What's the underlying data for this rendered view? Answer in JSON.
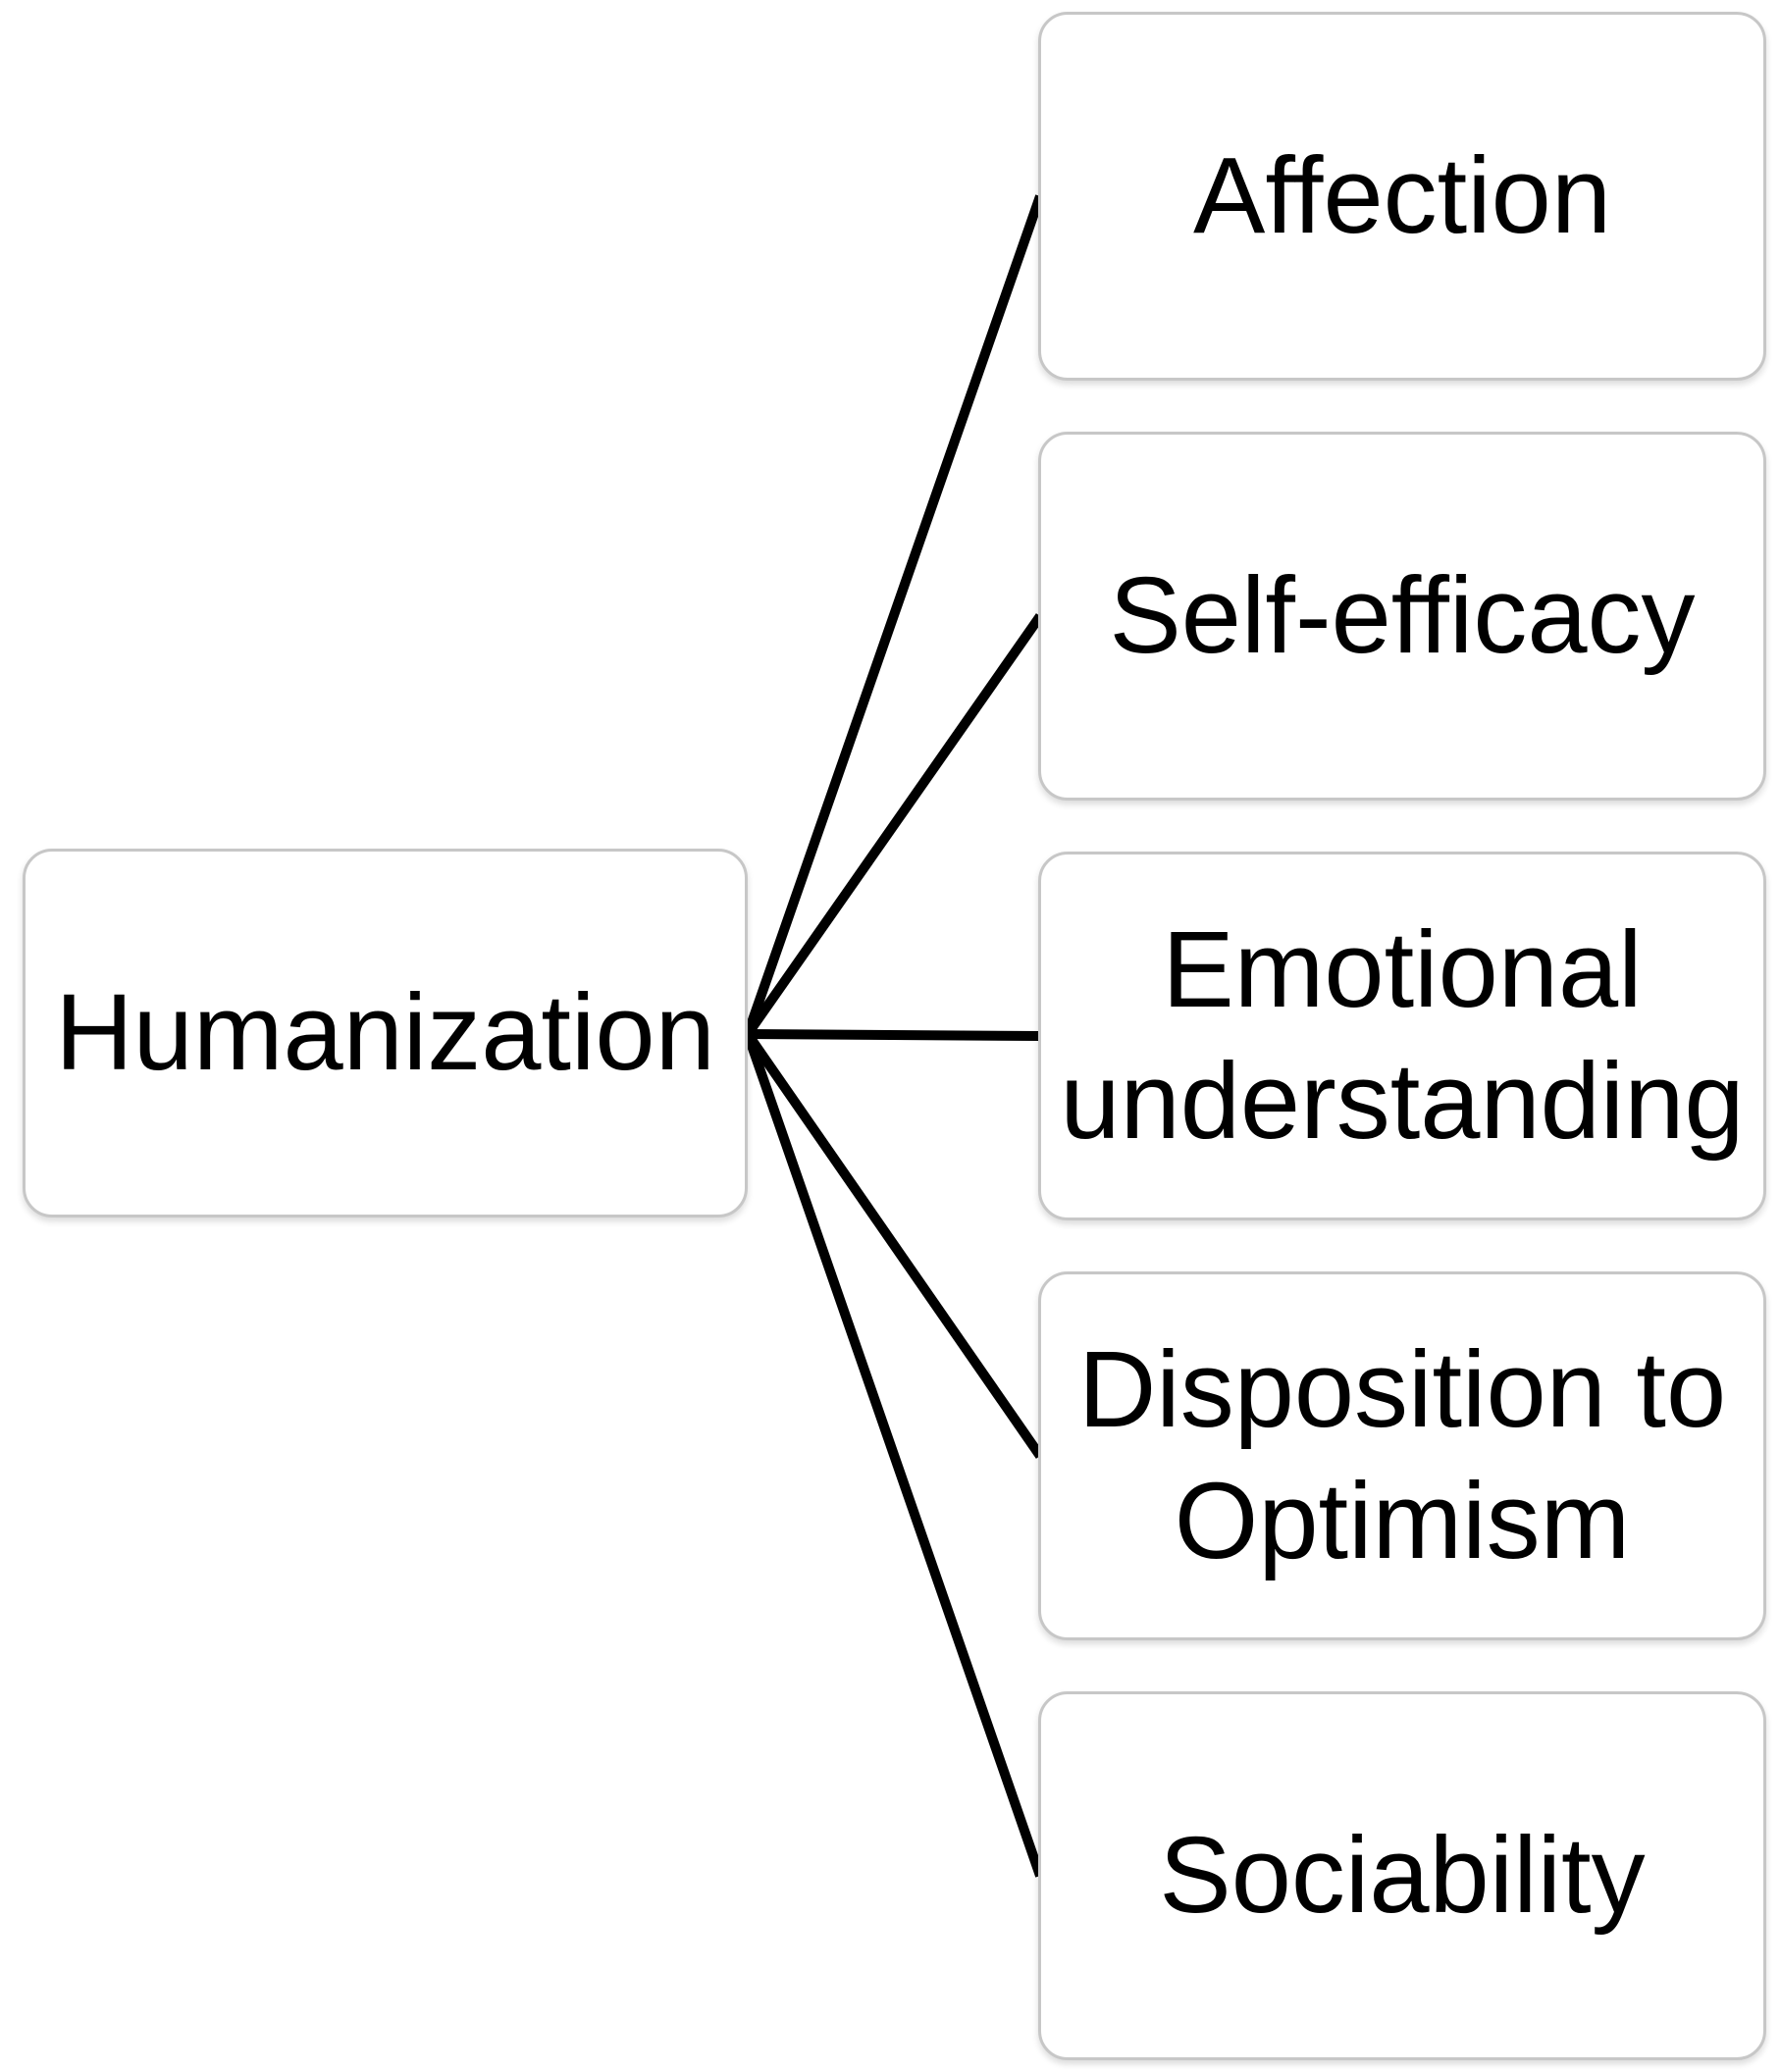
{
  "figure": {
    "type": "diagram",
    "source": {
      "label": "Humanization"
    },
    "targets": [
      {
        "label": "Affection"
      },
      {
        "label": "Self-efficacy"
      },
      {
        "label": "Emotional understanding"
      },
      {
        "label": "Disposition to Optimism"
      },
      {
        "label": "Sociability"
      }
    ],
    "colors": {
      "background": "#ffffff",
      "node_fill": "#ffffff",
      "node_border": "#c7c7c7",
      "label_text": "#000000",
      "connector": "#000000"
    }
  }
}
